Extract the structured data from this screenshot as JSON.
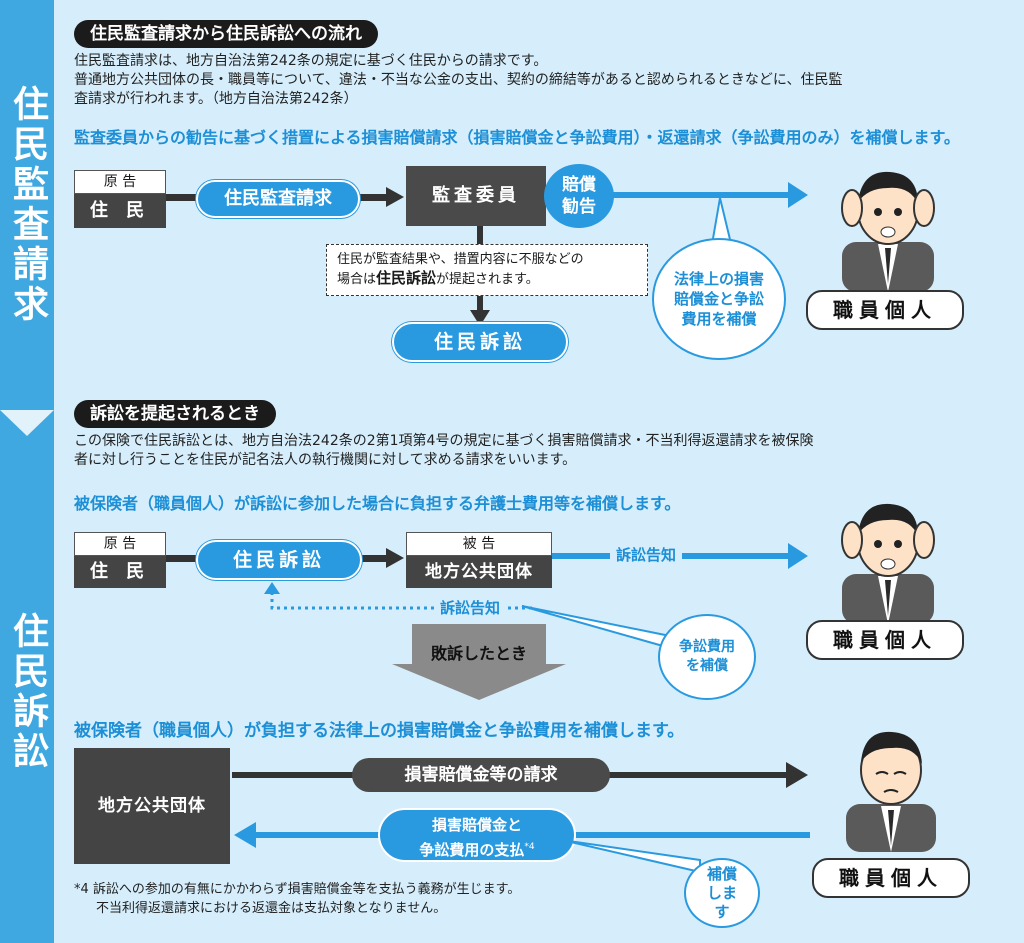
{
  "sidebar": {
    "section1": "住民監査請求",
    "section2": "住民訴訟"
  },
  "section1": {
    "heading": "住民監査請求から住民訴訟への流れ",
    "para_line1": "住民監査請求は、地方自治法第242条の規定に基づく住民からの請求です。",
    "para_line2": "普通地方公共団体の長・職員等について、違法・不当な公金の支出、契約の締結等があると認められるときなどに、住民監",
    "para_line3": "査請求が行われます。（地方自治法第242条）",
    "blue_statement": "監査委員からの勧告に基づく措置による損害賠償請求（損害賠償金と争訟費用）・返還請求（争訟費用のみ）を補償します。",
    "plaintiff_label": "原 告",
    "plaintiff_name": "住 民",
    "audit_request": "住民監査請求",
    "audit_committee": "監査委員",
    "recommend": "賠償勧告",
    "note_line1": "住民が監査結果や、措置内容に不服などの",
    "note_line2_pre": "場合は",
    "note_line2_bold": "住民訴訟",
    "note_line2_post": "が提起されます。",
    "lawsuit": "住民訴訟",
    "bubble_text": "法律上の損害賠償金と争訟費用を補償",
    "staff": "職員個人"
  },
  "section2": {
    "heading": "訴訟を提起されるとき",
    "para_line1": "この保険で住民訴訟とは、地方自治法242条の2第1項第4号の規定に基づく損害賠償請求・不当利得返還請求を被保険",
    "para_line2": "者に対し行うことを住民が記名法人の執行機関に対して求める請求をいいます。",
    "blue_statement1": "被保険者（職員個人）が訴訟に参加した場合に負担する弁護士費用等を補償します。",
    "plaintiff_label": "原 告",
    "plaintiff_name": "住 民",
    "lawsuit": "住民訴訟",
    "defendant_label": "被 告",
    "defendant_name": "地方公共団体",
    "notice1": "訴訟告知",
    "notice2": "訴訟告知",
    "bubble_small": "争訟費用を補償",
    "staff1": "職員個人",
    "lost": "敗訴したとき",
    "blue_statement2": "被保険者（職員個人）が負担する法律上の損害賠償金と争訟費用を補償します。",
    "local_gov": "地方公共団体",
    "claim": "損害賠償金等の請求",
    "payment_line1": "損害賠償金と",
    "payment_line2": "争訟費用の支払",
    "payment_note": "*4",
    "compensate": "補償します",
    "staff2": "職員個人",
    "footnote_line1": "*4 訴訟への参加の有無にかかわらず損害賠償金等を支払う義務が生じます。",
    "footnote_line2": "不当利得返還請求における返還金は支払対象となりません。"
  }
}
